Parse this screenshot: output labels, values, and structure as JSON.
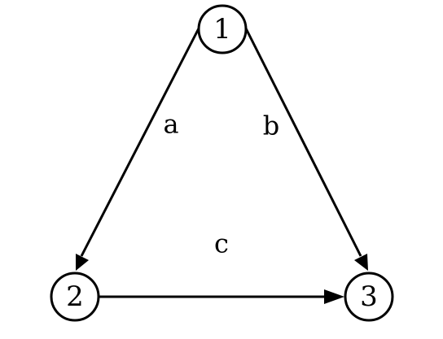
{
  "nodes": [
    {
      "id": "1",
      "label": "1"
    },
    {
      "id": "2",
      "label": "2"
    },
    {
      "id": "3",
      "label": "3"
    }
  ],
  "edges": [
    {
      "from": "1",
      "to": "2",
      "label": "a",
      "directed": true
    },
    {
      "from": "1",
      "to": "3",
      "label": "b",
      "directed": true
    },
    {
      "from": "2",
      "to": "3",
      "label": "c",
      "directed": true
    }
  ],
  "colors": {
    "stroke": "#000000",
    "background": "#ffffff"
  }
}
